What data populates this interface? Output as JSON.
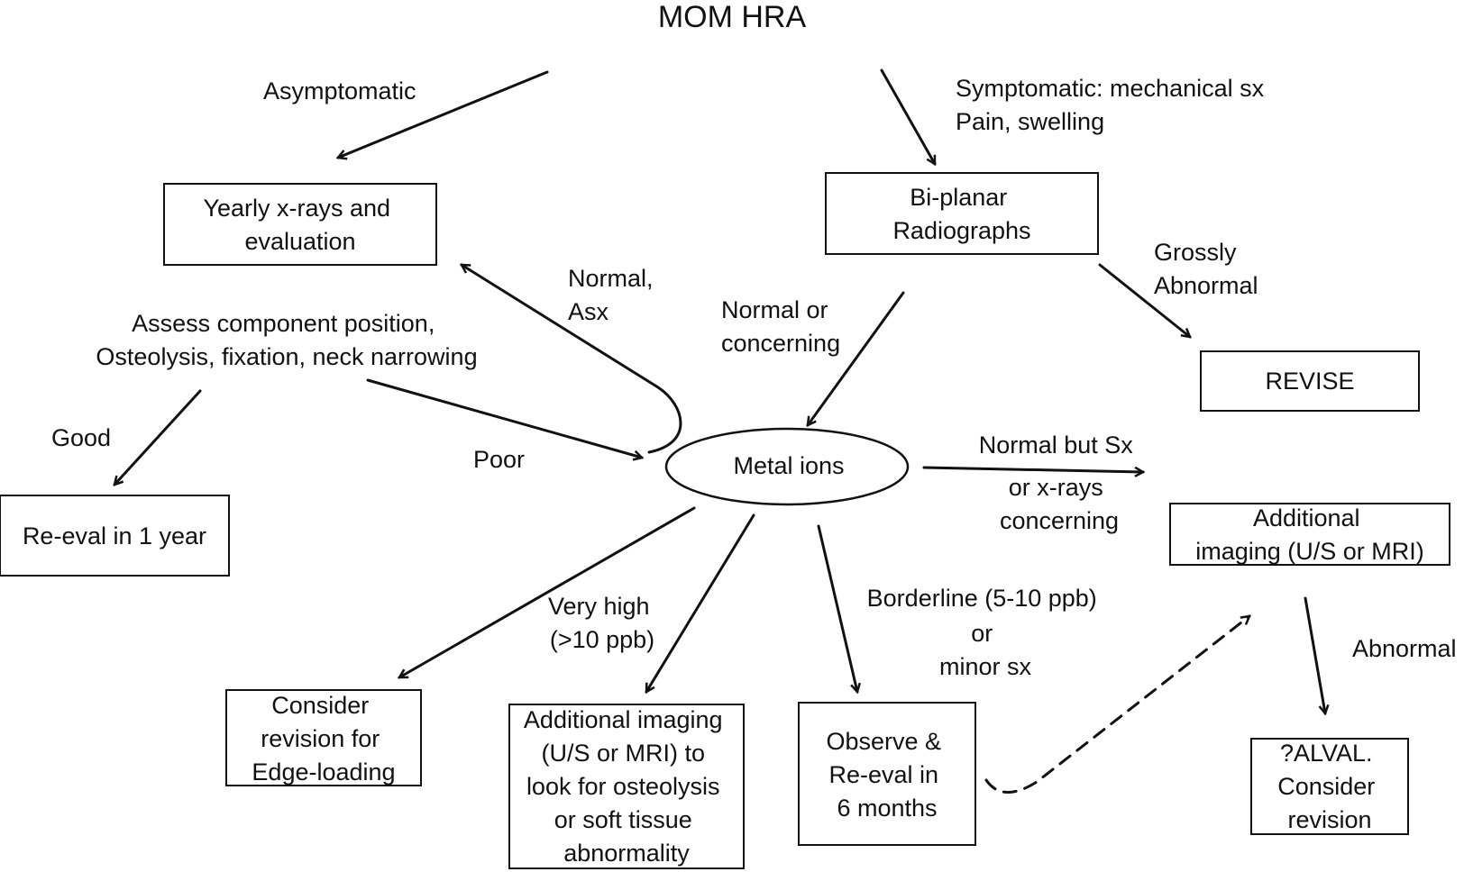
{
  "title": "MOM HRA",
  "nodes": {
    "yearly": [
      "Yearly x-rays and",
      "evaluation"
    ],
    "biplanar": [
      "Bi-planar",
      "Radiographs"
    ],
    "revise": [
      "REVISE"
    ],
    "reeval": [
      "Re-eval in 1 year"
    ],
    "metal_ions": [
      "Metal ions"
    ],
    "additional_right": [
      "Additional",
      "imaging (U/S or MRI)"
    ],
    "consider_edge": [
      "Consider",
      "revision for",
      "Edge-loading"
    ],
    "additional_bottom": [
      "Additional imaging",
      "(U/S or MRI) to",
      "look for osteolysis",
      "or soft tissue",
      "abnormality"
    ],
    "observe": [
      "Observe &",
      "Re-eval in",
      "6 months"
    ],
    "alval": [
      "?ALVAL.",
      "Consider",
      "revision"
    ]
  },
  "labels": {
    "asymptomatic": [
      "Asymptomatic"
    ],
    "symptomatic": [
      "Symptomatic: mechanical sx",
      "Pain, swelling"
    ],
    "grossly": [
      "Grossly",
      "Abnormal"
    ],
    "normal_asx": [
      "Normal,",
      "Asx"
    ],
    "normal_concerning": [
      "Normal or",
      "concerning"
    ],
    "assess": [
      "Assess component position,",
      "Osteolysis, fixation, neck narrowing"
    ],
    "good": [
      "Good"
    ],
    "poor": [
      "Poor"
    ],
    "normal_but_sx": [
      "Normal but Sx",
      "or x-rays",
      "concerning"
    ],
    "very_high": [
      "Very high",
      "(>10 ppb)"
    ],
    "borderline": [
      "Borderline (5-10 ppb)",
      "or",
      "minor sx"
    ],
    "abnormal": [
      "Abnormal"
    ]
  }
}
